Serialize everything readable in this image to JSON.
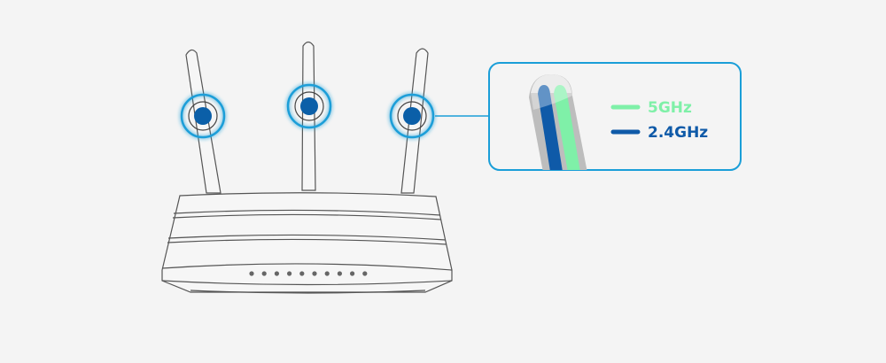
{
  "legend": {
    "items": [
      {
        "label": "5GHz",
        "color": "#7ff0a8"
      },
      {
        "label": "2.4GHz",
        "color": "#0f5aa8"
      }
    ]
  },
  "colors": {
    "background": "#f4f4f4",
    "outline": "#555555",
    "glow": "#1a9ed8",
    "dot": "#0b5fa8"
  },
  "router": {
    "led_count": 10,
    "antenna_count": 3
  }
}
